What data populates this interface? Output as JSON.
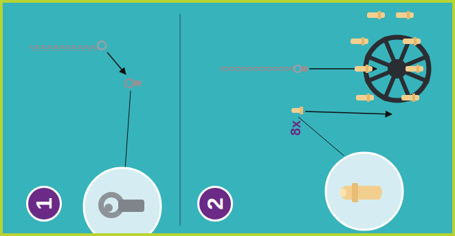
{
  "diagram": {
    "nodes": [
      {
        "text": [
          "1"
        ]
      },
      {
        "text": [
          "2"
        ]
      }
    ],
    "labels": [
      "8x"
    ]
  }
}
